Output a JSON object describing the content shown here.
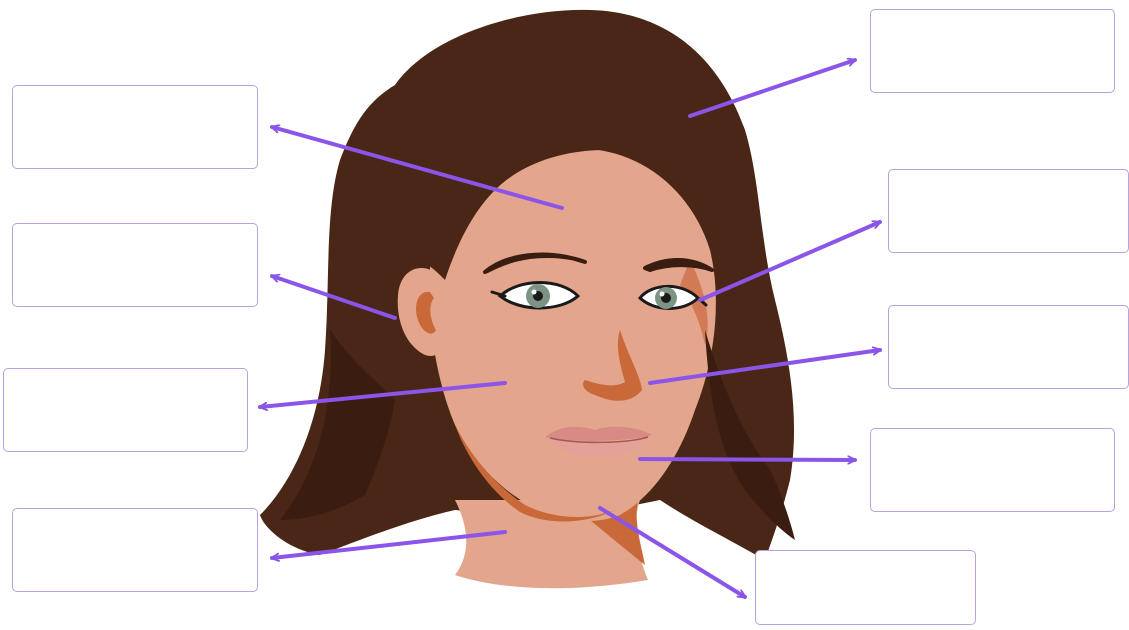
{
  "diagram": {
    "colors": {
      "hair": "#4a2616",
      "hair_dark": "#3a1c10",
      "skin": "#e3a58c",
      "skin_shadow": "#c9693a",
      "lips": "#d88b84",
      "iris": "#7d9484",
      "eyeliner": "#1a1a1a",
      "arrow": "#8a55e8",
      "box_border": "#b9a3dc"
    },
    "labels": [
      {
        "id": "hair",
        "text": ""
      },
      {
        "id": "eye",
        "text": ""
      },
      {
        "id": "nose",
        "text": ""
      },
      {
        "id": "mouth",
        "text": ""
      },
      {
        "id": "chin",
        "text": ""
      },
      {
        "id": "forehead",
        "text": ""
      },
      {
        "id": "ear",
        "text": ""
      },
      {
        "id": "cheek",
        "text": ""
      },
      {
        "id": "neck",
        "text": ""
      }
    ]
  }
}
